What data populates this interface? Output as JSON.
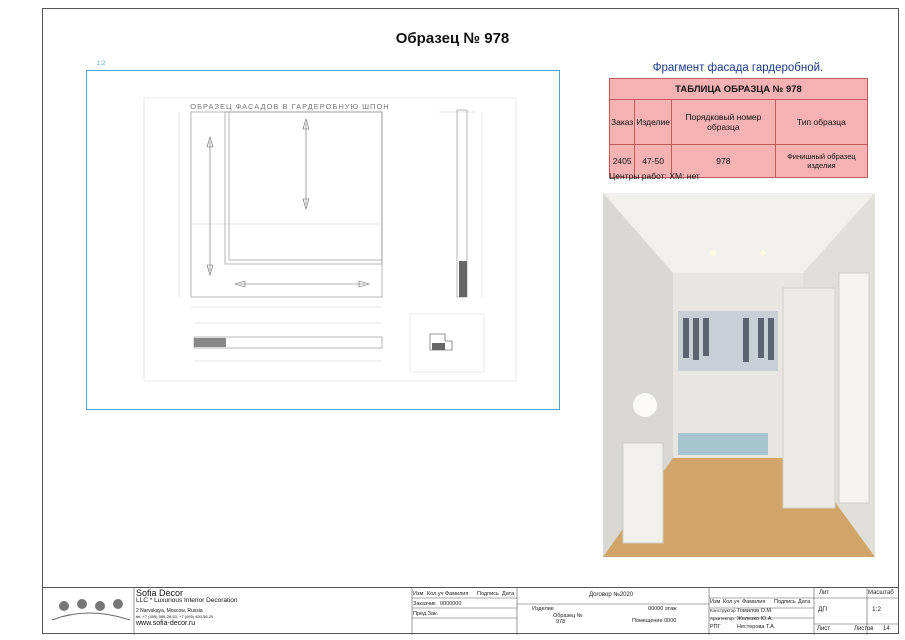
{
  "title": "Образец № 978",
  "viewport_scale": "1:2",
  "drawing": {
    "caption": "ОБРАЗЕЦ ФАСАДОВ В ГАРДЕРОБНУЮ ШПОН"
  },
  "fragment_title": "Фрагмент фасада гардеробной.",
  "sample_table": {
    "title": "ТАБЛИЦА ОБРАЗЦА № 978",
    "headers": [
      "Заказ",
      "Изделие",
      "Порядковый номер образца",
      "Тип образца"
    ],
    "values": [
      "2405",
      "47-50",
      "978",
      "Финишный образец изделия"
    ]
  },
  "work_centers": "Центры работ: ХМ: нет",
  "stamp": {
    "company_name": "Sofia Decor",
    "company_sub": "LLC * Luxurious Interior Decoration",
    "address": "2 Narvskaya, Moscow, Russia",
    "phone": "tel. +7 (495) 585-28-53, +7 (495) 450-56-29",
    "site": "www.sofia-decor.ru",
    "col_izm": "Изм",
    "col_kol": "Кол.уч",
    "col_fam": "Фамилия",
    "col_podp": "Подпись",
    "col_data": "Дата",
    "zakazchik": "Заказчик",
    "zakazchik_val": "0000000",
    "pred_zak": "Пред.Зак.",
    "contract": "Договор №2020",
    "izdelie": "Изделие",
    "etazh": "00000 этаж",
    "obrazec": "Образец №",
    "obrazec_num": "978",
    "pomeshenie": "Помещение 0000",
    "col_izm2": "Изм",
    "col_kol2": "Кол.уч",
    "col_fam2": "Фамилия",
    "col_podp2": "Подпись",
    "col_data2": "Дата",
    "konstruktor": "Конструктор",
    "konstruktor_name": "Томилов О.М.",
    "arhitektor": "Архитектор",
    "arhitektor_name": "Железко Ю.А.",
    "rpg": "РПГ",
    "rpg_name": "Нестерова Т.А.",
    "lit": "Лит",
    "lit_val": "ДП",
    "masshtab": "Масштаб",
    "masshtab_val": "1:2",
    "list": "Лист",
    "listov": "Листов",
    "listov_val": "14"
  }
}
